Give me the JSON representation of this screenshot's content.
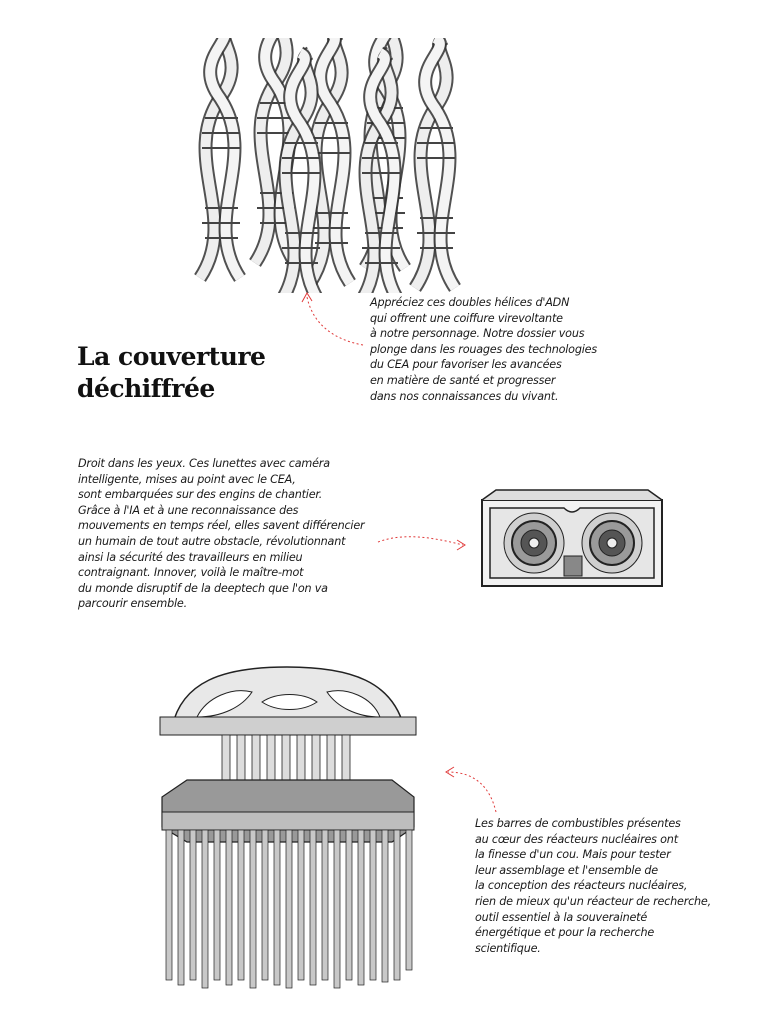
{
  "title": [
    "La couverture",
    "déchiffrée"
  ],
  "captions": {
    "dna": [
      "Appréciez ces doubles hélices d'ADN",
      "qui offrent une coiffure virevoltante",
      "à notre personnage. Notre dossier vous",
      "plonge dans les rouages des technologies",
      "du CEA pour favoriser les avancées",
      "en matière de santé et progresser",
      "dans nos connaissances du vivant."
    ],
    "glasses": [
      "Droit dans les yeux. Ces lunettes avec caméra",
      "intelligente, mises au point avec le CEA,",
      "sont embarquées sur des engins de chantier.",
      "Grâce à l'IA et à une reconnaissance des",
      "mouvements en temps réel, elles savent différencier",
      "un humain de tout autre obstacle, révolutionnant",
      "ainsi la sécurité des travailleurs en milieu",
      "contraignant. Innover, voilà le maître-mot",
      "du monde disruptif de la deeptech que l'on va",
      "parcourir ensemble."
    ],
    "reactor": [
      "Les barres de combustibles présentes",
      "au cœur des réacteurs nucléaires ont",
      "la finesse d'un cou. Mais pour tester",
      "leur assemblage et l'ensemble de",
      "la conception des réacteurs nucléaires,",
      "rien de mieux qu'un réacteur de recherche,",
      "outil essentiel à la souveraineté",
      "énergétique et pour la recherche",
      "scientifique."
    ]
  },
  "colors": {
    "arrow": "#e03a3a",
    "ink": "#1a1a1a"
  }
}
